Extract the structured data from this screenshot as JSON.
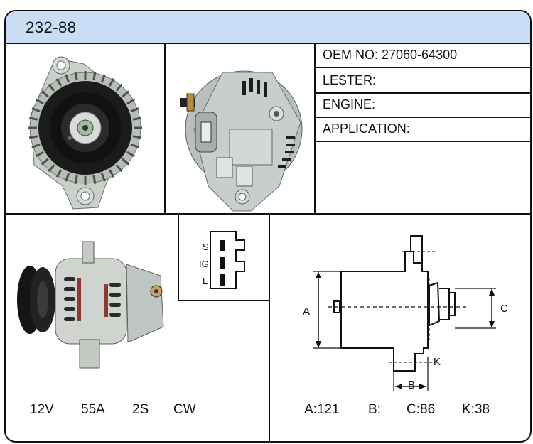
{
  "header": {
    "title": "232-88"
  },
  "info": {
    "oem": "OEM NO: 27060-64300",
    "lester": "LESTER:",
    "engine": "ENGINE:",
    "application": "APPLICATION:"
  },
  "connector": {
    "pins": [
      "S",
      "IG",
      "L"
    ]
  },
  "specs": {
    "voltage": "12V",
    "amperage": "55A",
    "pulley": "2S",
    "rotation": "CW"
  },
  "dimensions": {
    "labels": {
      "a": "A",
      "b": "B",
      "c": "C",
      "k": "K"
    },
    "values": {
      "a": "A:121",
      "b": "B:",
      "c": "C:86",
      "k": "K:38"
    }
  },
  "colors": {
    "header_bg": "#c9def4",
    "border": "#111111",
    "housing": "#c9cfc9"
  }
}
